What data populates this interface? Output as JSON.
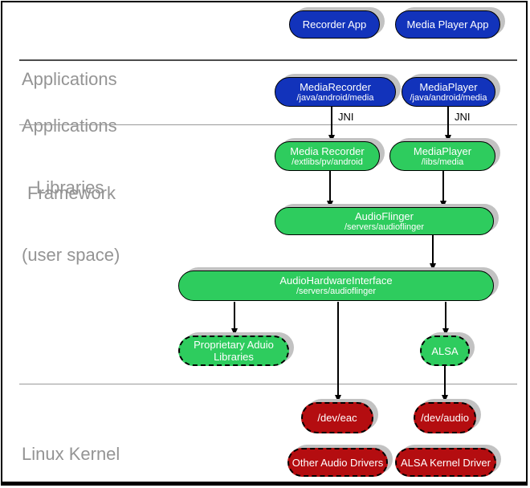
{
  "sections": {
    "applications": {
      "line1": "Applications"
    },
    "frameworks": {
      "line1": "Applications",
      "line2": "Framework"
    },
    "libraries": {
      "line1": "Libraries",
      "line2": "(user space)"
    },
    "kernel": {
      "line1": "Linux Kernel"
    }
  },
  "nodes": {
    "recorder_app": {
      "title": "Recorder App"
    },
    "media_player_app": {
      "title": "Media Player App"
    },
    "media_recorder_fw": {
      "title": "MediaRecorder",
      "subtitle": "/java/android/media"
    },
    "media_player_fw": {
      "title": "MediaPlayer",
      "subtitle": "/java/android/media"
    },
    "media_recorder_lib": {
      "title": "Media Recorder",
      "subtitle": "/extlibs/pv/android"
    },
    "media_player_lib": {
      "title": "MediaPlayer",
      "subtitle": "/libs/media"
    },
    "audio_flinger": {
      "title": "AudioFlinger",
      "subtitle": "/servers/audioflinger"
    },
    "audio_hw_interface": {
      "title": "AudioHardwareInterface",
      "subtitle": "/servers/audioflinger"
    },
    "proprietary_audio_libs": {
      "title": "Proprietary Aduio",
      "title2": "Libraries"
    },
    "alsa": {
      "title": "ALSA"
    },
    "dev_eac": {
      "title": "/dev/eac"
    },
    "dev_audio": {
      "title": "/dev/audio"
    },
    "other_audio_drivers": {
      "title": "Other Audio Drivers"
    },
    "alsa_kernel_driver": {
      "title": "ALSA Kernel Driver"
    }
  },
  "edges": {
    "jni_left": "JNI",
    "jni_right": "JNI"
  },
  "colors": {
    "app_blue": "#1233bb",
    "lib_green": "#2ecc5e",
    "kernel_red": "#b40d10",
    "shadow_gray": "#c2c2c2",
    "label_gray": "#949494",
    "line_gray": "#9a9a9a"
  }
}
